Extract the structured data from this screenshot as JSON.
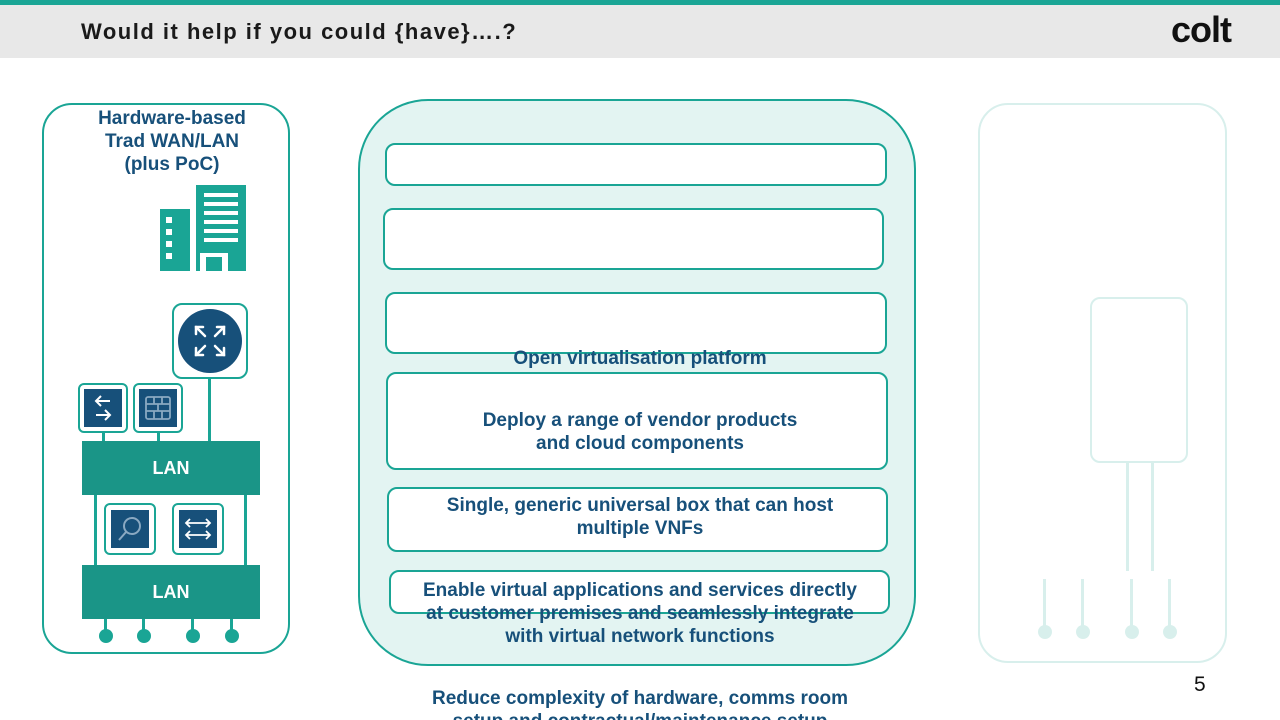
{
  "header": {
    "title": "Would it help if you could {have}….?",
    "logo_text": "colt",
    "accent_color": "#1aa595"
  },
  "left_panel": {
    "title_lines": [
      "Hardware-based",
      "Trad WAN/LAN",
      "(plus PoC)"
    ],
    "lan_labels": [
      "LAN",
      "LAN"
    ],
    "icons": [
      "building-icon",
      "router-icon",
      "switch-icon",
      "firewall-icon",
      "search-icon",
      "load-balancer-icon"
    ]
  },
  "center_panel": {
    "items": [
      {
        "lines": [
          "Open virtualisation platform"
        ]
      },
      {
        "lines": [
          "Deploy a range of vendor products",
          "and cloud components"
        ]
      },
      {
        "lines": [
          "Single, generic universal box that can host",
          "multiple VNFs"
        ]
      },
      {
        "lines": [
          "Enable virtual applications and services directly",
          "at customer premises and seamlessly integrate",
          "with virtual network functions"
        ]
      },
      {
        "lines": [
          "Reduce complexity of hardware, comms room",
          "setup and contractual/maintenance setup"
        ]
      }
    ]
  },
  "page_number": "5",
  "colors": {
    "teal": "#1aa595",
    "navy": "#17507a",
    "panel_fill": "#e3f4f2"
  }
}
